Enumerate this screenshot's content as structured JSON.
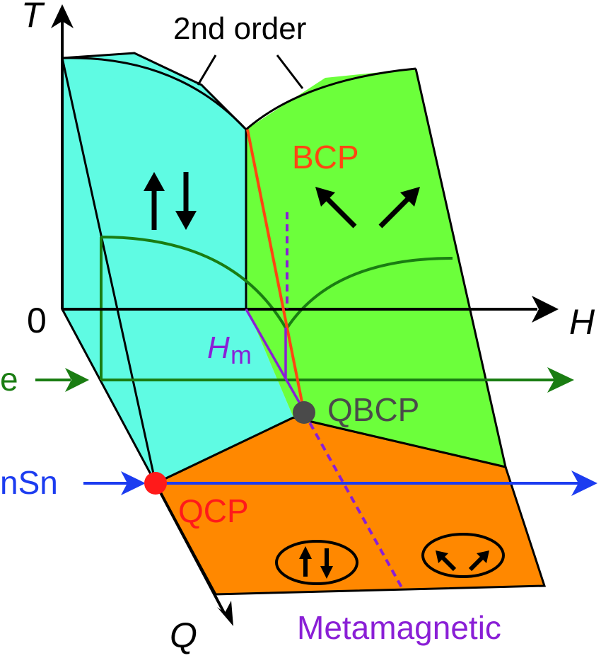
{
  "axes": {
    "t_label": "T",
    "h_label": "H",
    "q_label": "Q",
    "origin_label": "0"
  },
  "labels": {
    "second_order": "2nd order",
    "bcp": "BCP",
    "qbcp": "QBCP",
    "qcp": "QCP",
    "hm_main": "H",
    "hm_sub": "m",
    "metamagnetic": "Metamagnetic"
  },
  "material_paths": {
    "green_path_label": "e",
    "blue_path_label": "nSn"
  },
  "colors": {
    "cyan_phase": "#5ffbe3",
    "green_phase": "#6cff3b",
    "orange_phase": "#ff8800",
    "bcp_line": "#ff4512",
    "qcp_point": "#ff1a1a",
    "qbcp_point": "#4a4a4a",
    "green_path": "#1a7d12",
    "blue_path": "#1c3cf0",
    "metamagnetic": "#8a1fd6"
  },
  "icons": {
    "antiparallel_arrows": "up-down-arrows-icon",
    "canted_arrows": "canted-arrows-icon"
  }
}
